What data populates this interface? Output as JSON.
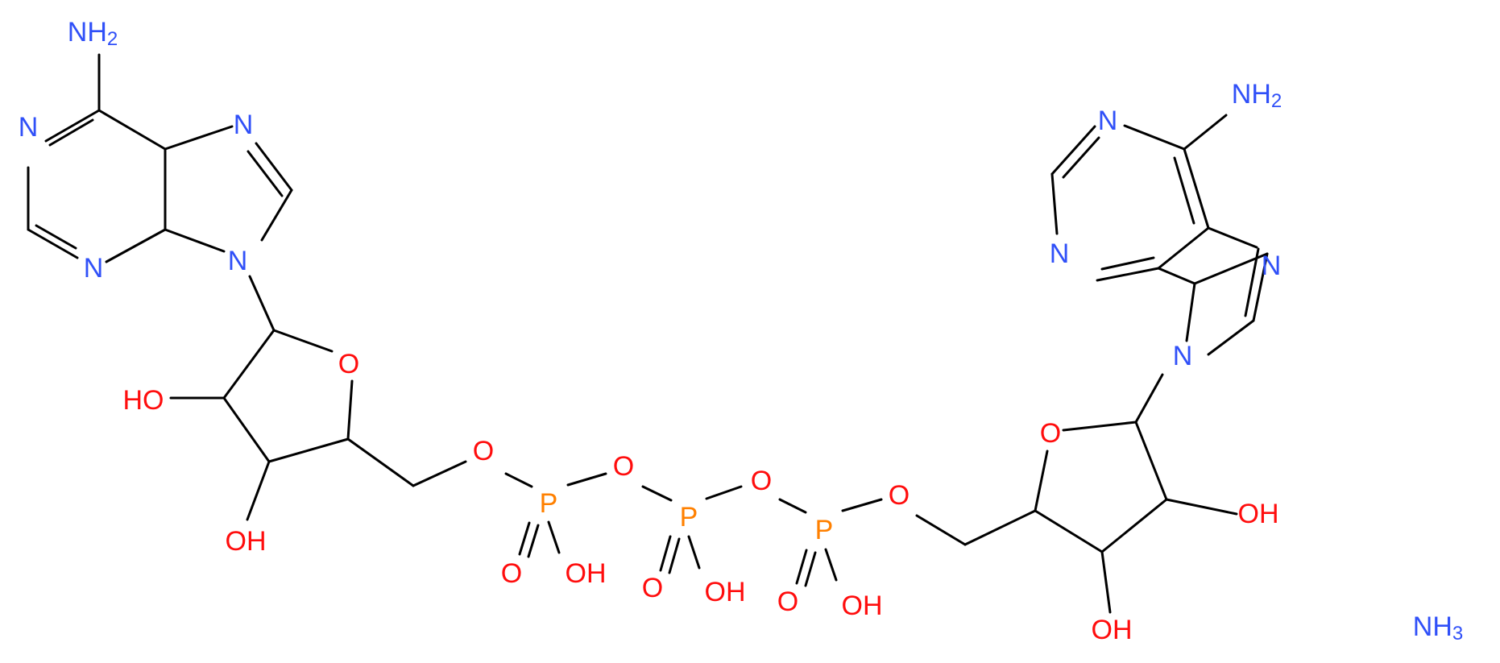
{
  "colors": {
    "bond": "#000000",
    "nitrogen": "#3050F8",
    "oxygen": "#FF0D0D",
    "phosphorus": "#FF8000"
  },
  "atoms": {
    "n_left_amine": "NH",
    "n_left_amine_sub": "2",
    "n_left_1": "N",
    "n_left_3": "N",
    "n_left_7": "N",
    "n_left_9": "N",
    "o_left_ring": "O",
    "oh_left_3": "HO",
    "oh_left_2": "OH",
    "o_bridge_1": "O",
    "p_1": "P",
    "o_p1_double": "O",
    "oh_p1": "OH",
    "o_bridge_2": "O",
    "p_2": "P",
    "o_p2_double": "O",
    "oh_p2": "OH",
    "o_bridge_3": "O",
    "p_3": "P",
    "o_p3_double": "O",
    "oh_p3": "OH",
    "o_bridge_4": "O",
    "o_right_ring": "O",
    "oh_right_2": "OH",
    "oh_right_3": "OH",
    "n_right_amine": "NH",
    "n_right_amine_sub": "2",
    "n_right_1": "N",
    "n_right_3": "N",
    "n_right_7": "N",
    "n_right_9": "N",
    "ammonia": "NH",
    "ammonia_sub": "3"
  }
}
